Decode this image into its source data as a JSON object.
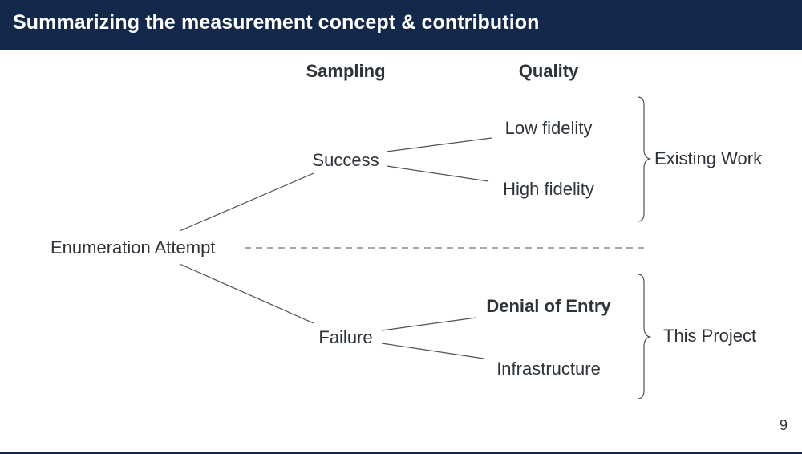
{
  "slide": {
    "title": "Summarizing the measurement concept & contribution",
    "page_number": "9"
  },
  "diagram": {
    "headers": {
      "sampling": "Sampling",
      "quality": "Quality"
    },
    "root": "Enumeration Attempt",
    "sampling": {
      "success": "Success",
      "failure": "Failure"
    },
    "quality": {
      "low_fidelity": "Low fidelity",
      "high_fidelity": "High fidelity",
      "denial_of_entry": "Denial of Entry",
      "infrastructure": "Infrastructure"
    },
    "groups": {
      "existing_work": "Existing Work",
      "this_project": "This Project"
    }
  }
}
